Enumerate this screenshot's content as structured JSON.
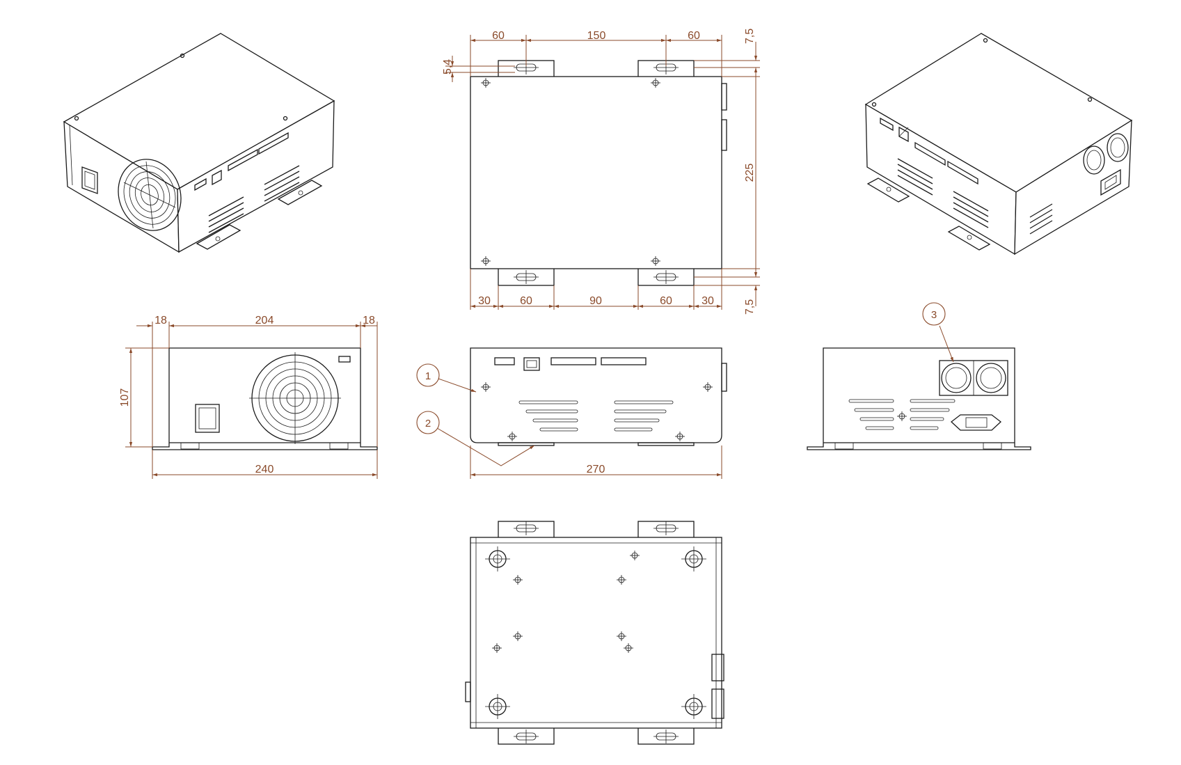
{
  "colors": {
    "line": "#1a1a1a",
    "dimension": "#8a4a2a",
    "background": "#ffffff"
  },
  "dimensions": {
    "top_view": {
      "top_60_left": "60",
      "top_150": "150",
      "top_60_right": "60",
      "top_7_5": "7,5",
      "left_5_4": "5,4",
      "right_225": "225",
      "bottom_30_left": "30",
      "bottom_60_left": "60",
      "bottom_90": "90",
      "bottom_60_right": "60",
      "bottom_30_right": "30",
      "bottom_7_5": "7,5"
    },
    "front_view": {
      "d18_left": "18",
      "d204": "204",
      "d18_right": "18",
      "d107": "107",
      "d240": "240"
    },
    "side_view": {
      "d270": "270"
    }
  },
  "callouts": {
    "c1": "1",
    "c2": "2",
    "c3": "3"
  },
  "icons": [
    "fan-grille-icon",
    "power-switch-icon",
    "ethernet-port-icon",
    "terminal-block-icon",
    "circular-connector-icon",
    "iec-power-inlet-icon",
    "mounting-hole-icon"
  ]
}
